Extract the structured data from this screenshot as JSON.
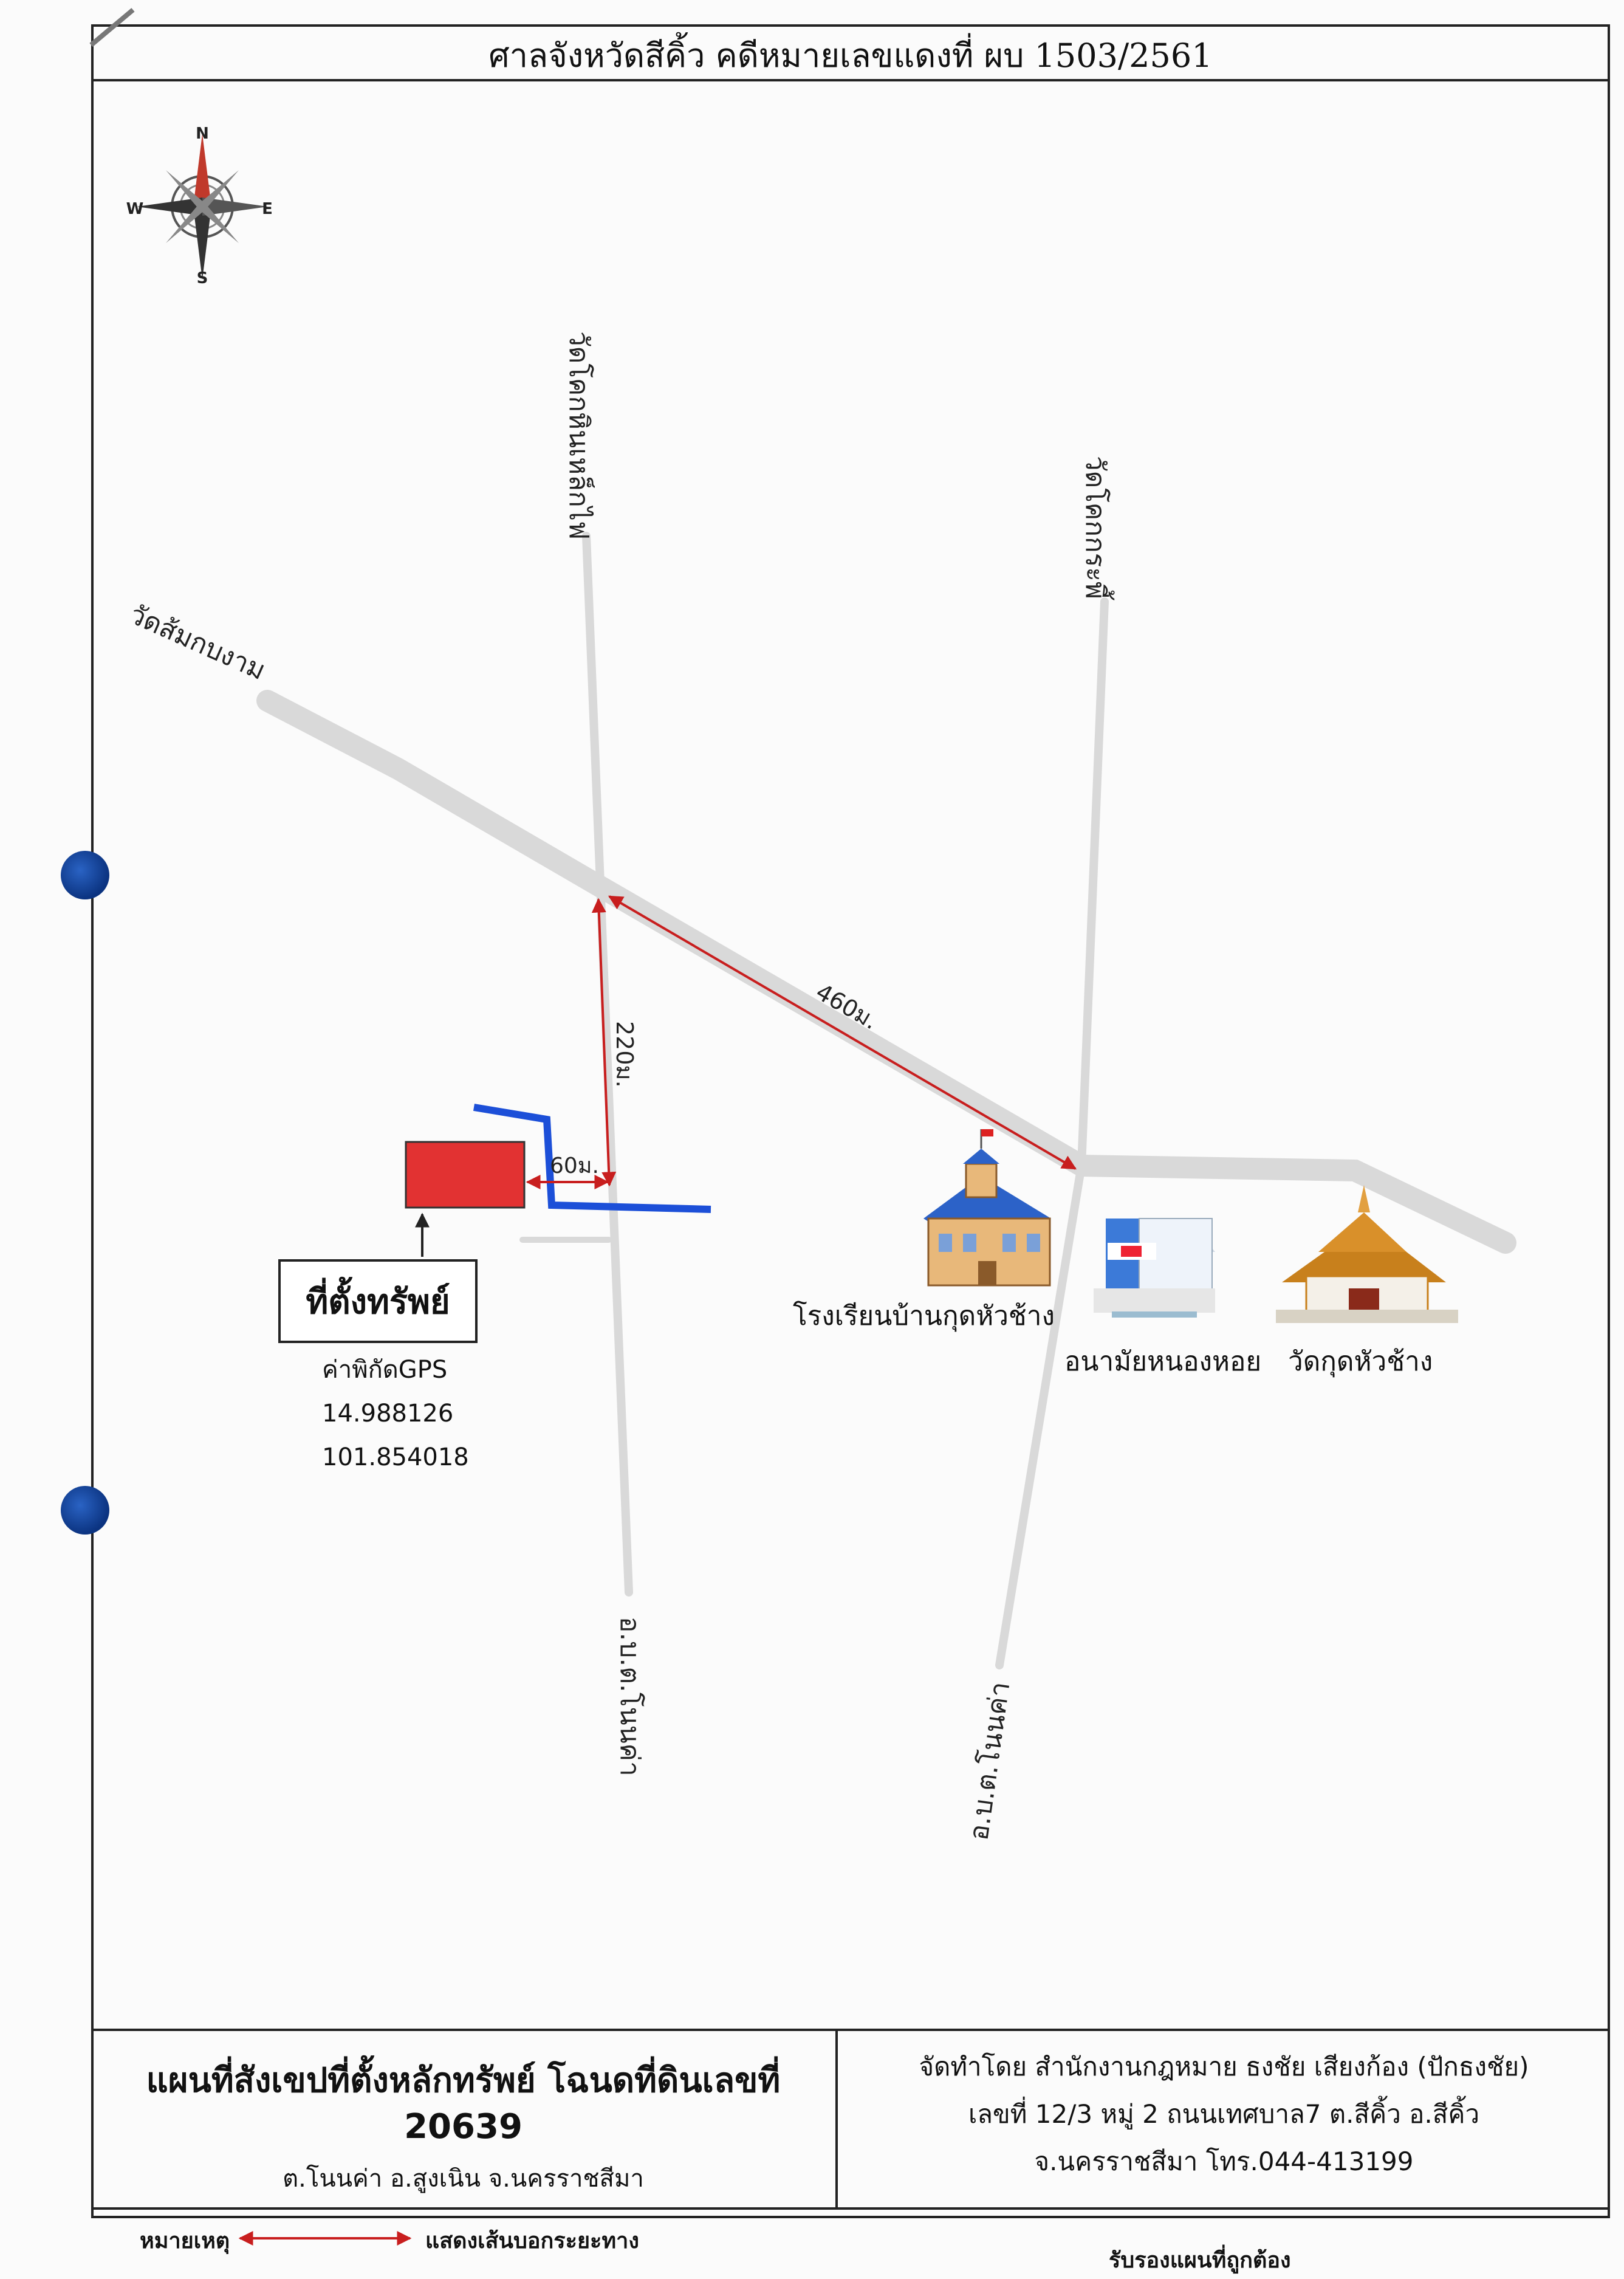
{
  "header": {
    "title": "ศาลจังหวัดสีคิ้ว คดีหมายเลขแดงที่ ผบ 1503/2561"
  },
  "compass": {
    "north": "N",
    "south": "S",
    "east": "E",
    "west": "W"
  },
  "roads": {
    "top_left_road": "วัดโคกหินเหล็กไฟ",
    "top_right_road": "วัดโคกกระพี้",
    "west_road": "วัดส้มกบงาม",
    "bottom_left_road": "อ.บ.ต.โนนค่า",
    "bottom_right_road": "อ.บ.ต.โนนค่า"
  },
  "distances": {
    "d1": "460ม.",
    "d2": "220ม.",
    "d3": "60ม."
  },
  "property": {
    "label": "ที่ตั้งทรัพย์",
    "gps_label": "ค่าพิกัดGPS",
    "lat": "14.988126",
    "lon": "101.854018"
  },
  "landmarks": {
    "school": "โรงเรียนบ้านกุดหัวช้าง",
    "clinic": "อนามัยหนองหอย",
    "temple": "วัดกุดหัวช้าง"
  },
  "footer": {
    "map_title": "แผนที่สังเขปที่ตั้งหลักทรัพย์ โฉนดที่ดินเลขที่ 20639",
    "map_subtitle": "ต.โนนค่า อ.สูงเนิน จ.นครราชสีมา",
    "prepared_line1": "จัดทำโดย สำนักงานกฎหมาย ธงชัย เสียงก้อง (ปักธงชัย)",
    "prepared_line2": "เลขที่ 12/3 หมู่ 2 ถนนเทศบาล7 ต.สีคิ้ว อ.สีคิ้ว",
    "prepared_line3": "จ.นครราชสีมา โทร.044-413199",
    "legend_label": "หมายเหตุ",
    "legend_text": "แสดงเส้นบอกระยะทาง",
    "certify": "รับรองแผนที่ถูกต้อง"
  },
  "colors": {
    "road": "#d9d9d9",
    "property": "#e23232",
    "canal": "#1c4fd8",
    "arrow": "#c81e1e"
  }
}
